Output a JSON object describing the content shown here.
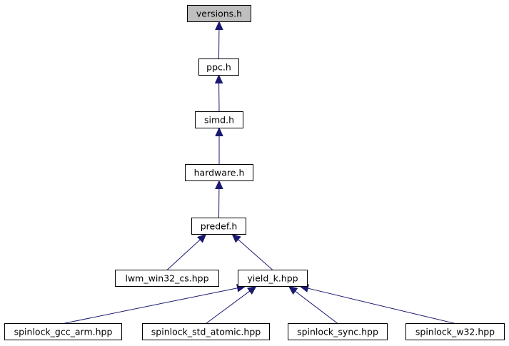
{
  "nodes": [
    {
      "id": "versions",
      "label": "versions.h"
    },
    {
      "id": "ppc",
      "label": "ppc.h"
    },
    {
      "id": "simd",
      "label": "simd.h"
    },
    {
      "id": "hardware",
      "label": "hardware.h"
    },
    {
      "id": "predef",
      "label": "predef.h"
    },
    {
      "id": "lwm",
      "label": "lwm_win32_cs.hpp"
    },
    {
      "id": "yield",
      "label": "yield_k.hpp"
    },
    {
      "id": "spin_gcc",
      "label": "spinlock_gcc_arm.hpp"
    },
    {
      "id": "spin_std",
      "label": "spinlock_std_atomic.hpp"
    },
    {
      "id": "spin_sync",
      "label": "spinlock_sync.hpp"
    },
    {
      "id": "spin_w32",
      "label": "spinlock_w32.hpp"
    }
  ],
  "edges": [
    {
      "from": "ppc",
      "to": "versions"
    },
    {
      "from": "simd",
      "to": "ppc"
    },
    {
      "from": "hardware",
      "to": "simd"
    },
    {
      "from": "predef",
      "to": "hardware"
    },
    {
      "from": "lwm",
      "to": "predef"
    },
    {
      "from": "yield",
      "to": "predef"
    },
    {
      "from": "spin_gcc",
      "to": "yield"
    },
    {
      "from": "spin_std",
      "to": "yield"
    },
    {
      "from": "spin_sync",
      "to": "yield"
    },
    {
      "from": "spin_w32",
      "to": "yield"
    }
  ],
  "colors": {
    "root_fill": "#bfbfbf",
    "edge": "#191970"
  }
}
